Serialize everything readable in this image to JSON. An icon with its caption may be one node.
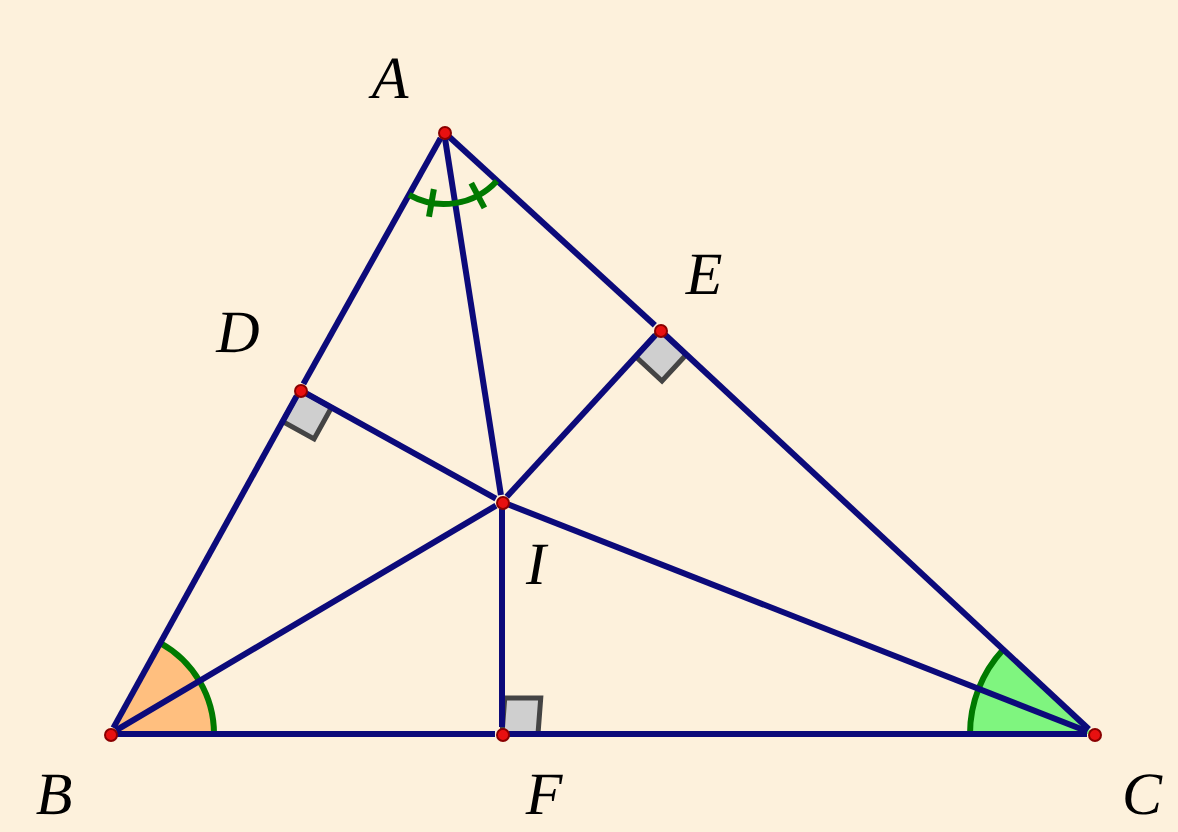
{
  "diagram": {
    "nodes": [
      {
        "text": [],
        "shape": "circle",
        "beside": [
          "A"
        ]
      },
      {
        "text": [],
        "shape": "circle",
        "beside": [
          "B"
        ]
      },
      {
        "text": [],
        "shape": "circle",
        "beside": [
          "C"
        ]
      },
      {
        "text": [],
        "shape": "circle",
        "beside": [
          "D"
        ]
      },
      {
        "text": [],
        "shape": "circle",
        "beside": [
          "E"
        ]
      },
      {
        "text": [],
        "shape": "circle",
        "beside": [
          "F"
        ]
      },
      {
        "text": [],
        "shape": "circle",
        "beside": [
          "I"
        ]
      }
    ],
    "edges": [
      {
        "from": 1,
        "to": 3,
        "arrow": "none"
      },
      {
        "from": 3,
        "to": 0,
        "arrow": "none"
      },
      {
        "from": 0,
        "to": 4,
        "arrow": "none"
      },
      {
        "from": 4,
        "to": 2,
        "arrow": "none"
      },
      {
        "from": 1,
        "to": 5,
        "arrow": "none"
      },
      {
        "from": 5,
        "to": 2,
        "arrow": "none"
      },
      {
        "from": 0,
        "to": 6,
        "arrow": "none"
      },
      {
        "from": 6,
        "to": 5,
        "arrow": "none"
      },
      {
        "from": 1,
        "to": 6,
        "arrow": "none"
      },
      {
        "from": 6,
        "to": 4,
        "arrow": "none"
      },
      {
        "from": 2,
        "to": 6,
        "arrow": "none"
      },
      {
        "from": 6,
        "to": 3,
        "arrow": "none"
      }
    ]
  }
}
